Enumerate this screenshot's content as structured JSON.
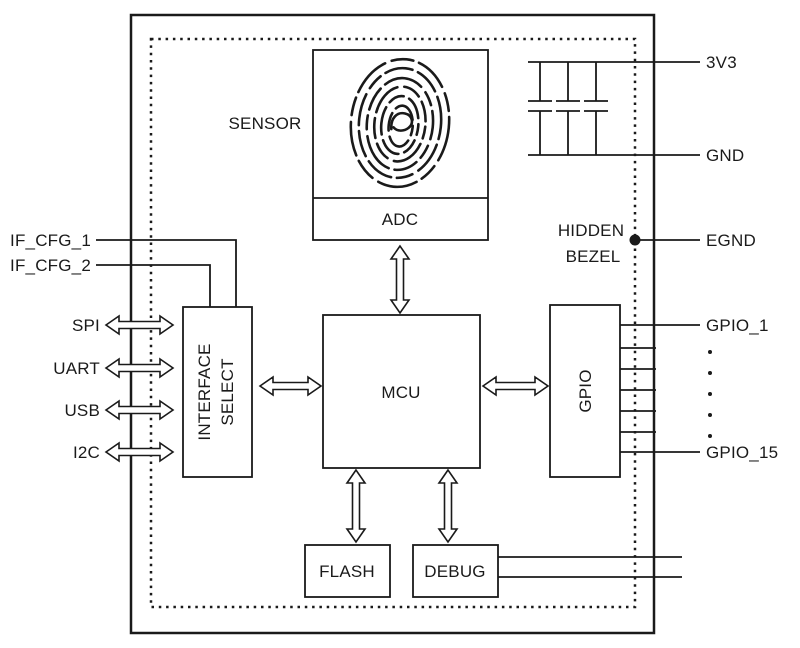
{
  "diagram": {
    "blocks": {
      "sensor": {
        "label": "SENSOR"
      },
      "adc": {
        "label": "ADC"
      },
      "interface_select": {
        "line1": "INTERFACE",
        "line2": "SELECT"
      },
      "mcu": {
        "label": "MCU"
      },
      "gpio": {
        "label": "GPIO"
      },
      "flash": {
        "label": "FLASH"
      },
      "debug": {
        "label": "DEBUG"
      }
    },
    "left_pins": {
      "if_cfg_1": "IF_CFG_1",
      "if_cfg_2": "IF_CFG_2",
      "spi": "SPI",
      "uart": "UART",
      "usb": "USB",
      "i2c": "I2C"
    },
    "right_pins": {
      "power": "3V3",
      "ground": "GND",
      "egnd": "EGND",
      "gpio_1": "GPIO_1",
      "gpio_15": "GPIO_15"
    },
    "annotations": {
      "hidden_bezel_line1": "HIDDEN",
      "hidden_bezel_line2": "BEZEL"
    },
    "colors": {
      "stroke": "#1a1a1a",
      "background": "#ffffff"
    }
  }
}
